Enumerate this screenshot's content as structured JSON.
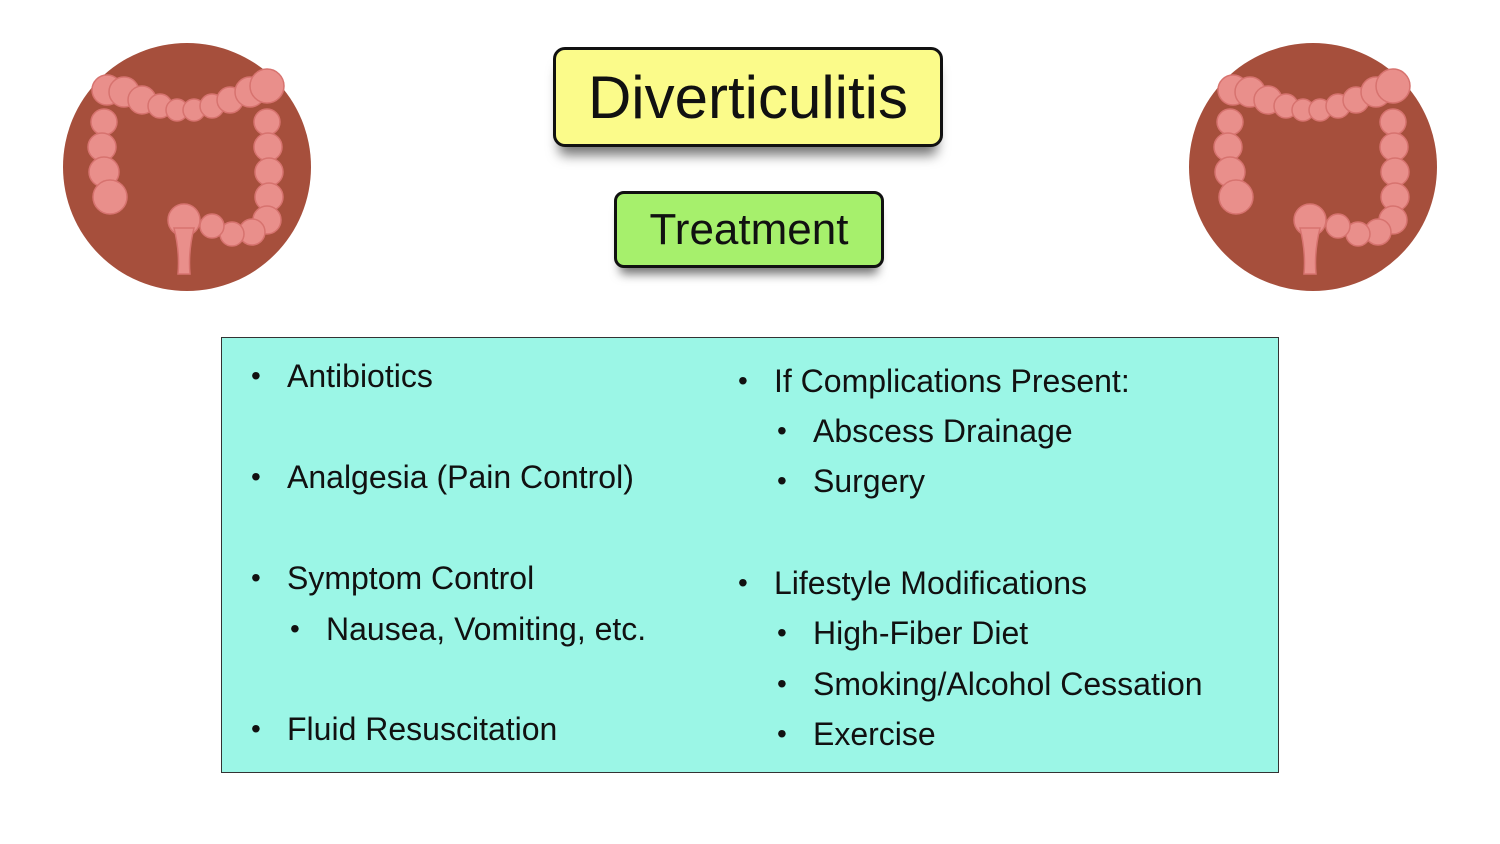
{
  "header": {
    "title": "Diverticulitis",
    "subtitle": "Treatment"
  },
  "icons": {
    "left": "colon-icon",
    "right": "colon-icon"
  },
  "left_column": [
    {
      "label": "Antibiotics",
      "level": 1
    },
    {
      "label": "Analgesia (Pain Control)",
      "level": 1
    },
    {
      "label": "Symptom Control",
      "level": 1
    },
    {
      "label": "Nausea, Vomiting, etc.",
      "level": 2
    },
    {
      "label": "Fluid Resuscitation",
      "level": 1
    }
  ],
  "right_column": [
    {
      "label": "If Complications Present:",
      "level": 1
    },
    {
      "label": "Abscess Drainage",
      "level": 2
    },
    {
      "label": "Surgery",
      "level": 2
    },
    {
      "label": "Lifestyle Modifications",
      "level": 1
    },
    {
      "label": "High-Fiber Diet",
      "level": 2
    },
    {
      "label": "Smoking/Alcohol Cessation",
      "level": 2
    },
    {
      "label": "Exercise",
      "level": 2
    }
  ],
  "bullet_glyph": "•",
  "colors": {
    "title_bg": "#fbfb8a",
    "subtitle_bg": "#a6f06c",
    "panel_bg": "#9bf6e6",
    "icon_circle": "#a64f3c",
    "icon_colon": "#e98f8b"
  }
}
